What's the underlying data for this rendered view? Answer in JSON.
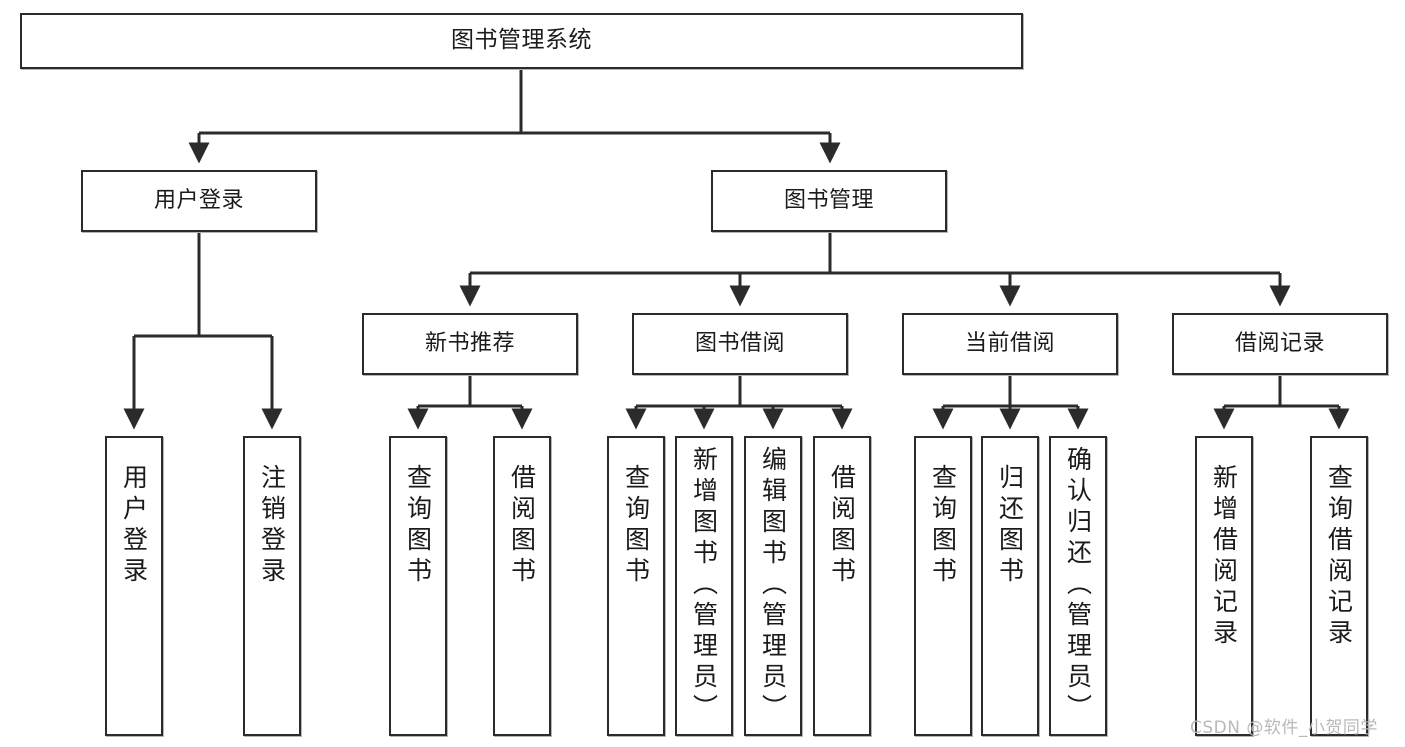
{
  "diagram": {
    "title": "图书管理系统",
    "type": "functional-structure-tree",
    "background_color": "#ffffff",
    "line_color": "#2b2b2b",
    "box_border_color": "#2b2b2b",
    "box_fill_color": "#ffffff"
  },
  "root": {
    "label": "图书管理系统"
  },
  "level2": [
    {
      "label": "用户登录"
    },
    {
      "label": "图书管理"
    }
  ],
  "level3": [
    {
      "label": "新书推荐"
    },
    {
      "label": "图书借阅"
    },
    {
      "label": "当前借阅"
    },
    {
      "label": "借阅记录"
    }
  ],
  "leaves": {
    "user_login": [
      {
        "label": "用户登录"
      },
      {
        "label": "注销登录"
      }
    ],
    "new_book_recommend": [
      {
        "label": "查询图书"
      },
      {
        "label": "借阅图书"
      }
    ],
    "book_borrow": [
      {
        "label": "查询图书"
      },
      {
        "label": "新增图书（管理员）"
      },
      {
        "label": "编辑图书（管理员）"
      },
      {
        "label": "借阅图书"
      }
    ],
    "current_borrow": [
      {
        "label": "查询图书"
      },
      {
        "label": "归还图书"
      },
      {
        "label": "确认归还（管理员）"
      }
    ],
    "borrow_record": [
      {
        "label": "新增借阅记录"
      },
      {
        "label": "查询借阅记录"
      }
    ]
  },
  "watermark": {
    "text": "CSDN @软件_小贺同学"
  }
}
